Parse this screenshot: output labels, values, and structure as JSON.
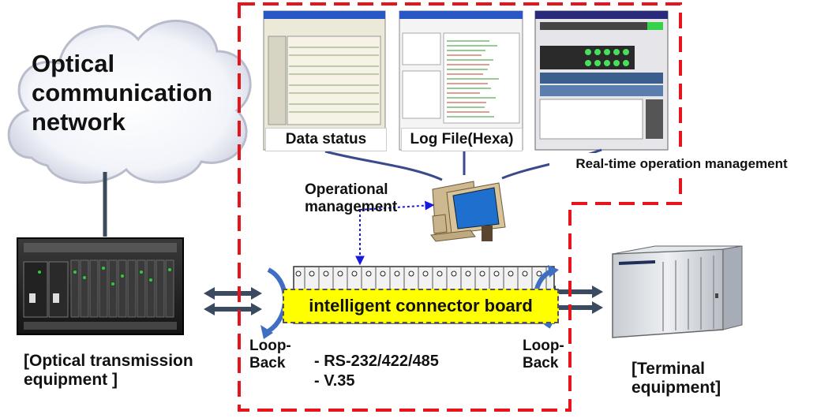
{
  "cloud": {
    "line1": "Optical",
    "line2": "communication",
    "line3": "network"
  },
  "optical_equipment": {
    "line1": "[Optical transmission",
    "line2": "equipment ]"
  },
  "terminal_equipment": {
    "line1": "[Terminal",
    "line2": "equipment]"
  },
  "operational_management": {
    "line1": "Operational",
    "line2": "management"
  },
  "screens": {
    "data_status": "Data status",
    "log_file": "Log File(Hexa)",
    "realtime": "Real-time operation management"
  },
  "board": {
    "label": "intelligent connector board"
  },
  "loopback_left": {
    "line1": "Loop-",
    "line2": "Back"
  },
  "loopback_right": {
    "line1": "Loop-",
    "line2": "Back"
  },
  "interfaces": [
    "- RS-232/422/485",
    "- V.35"
  ],
  "colors": {
    "dashed_border": "#e8141b",
    "board_fill": "#ffff00",
    "arrow": "#3a4a60",
    "link_line": "#3c4a5a",
    "dotted_link": "#1a1adc"
  }
}
